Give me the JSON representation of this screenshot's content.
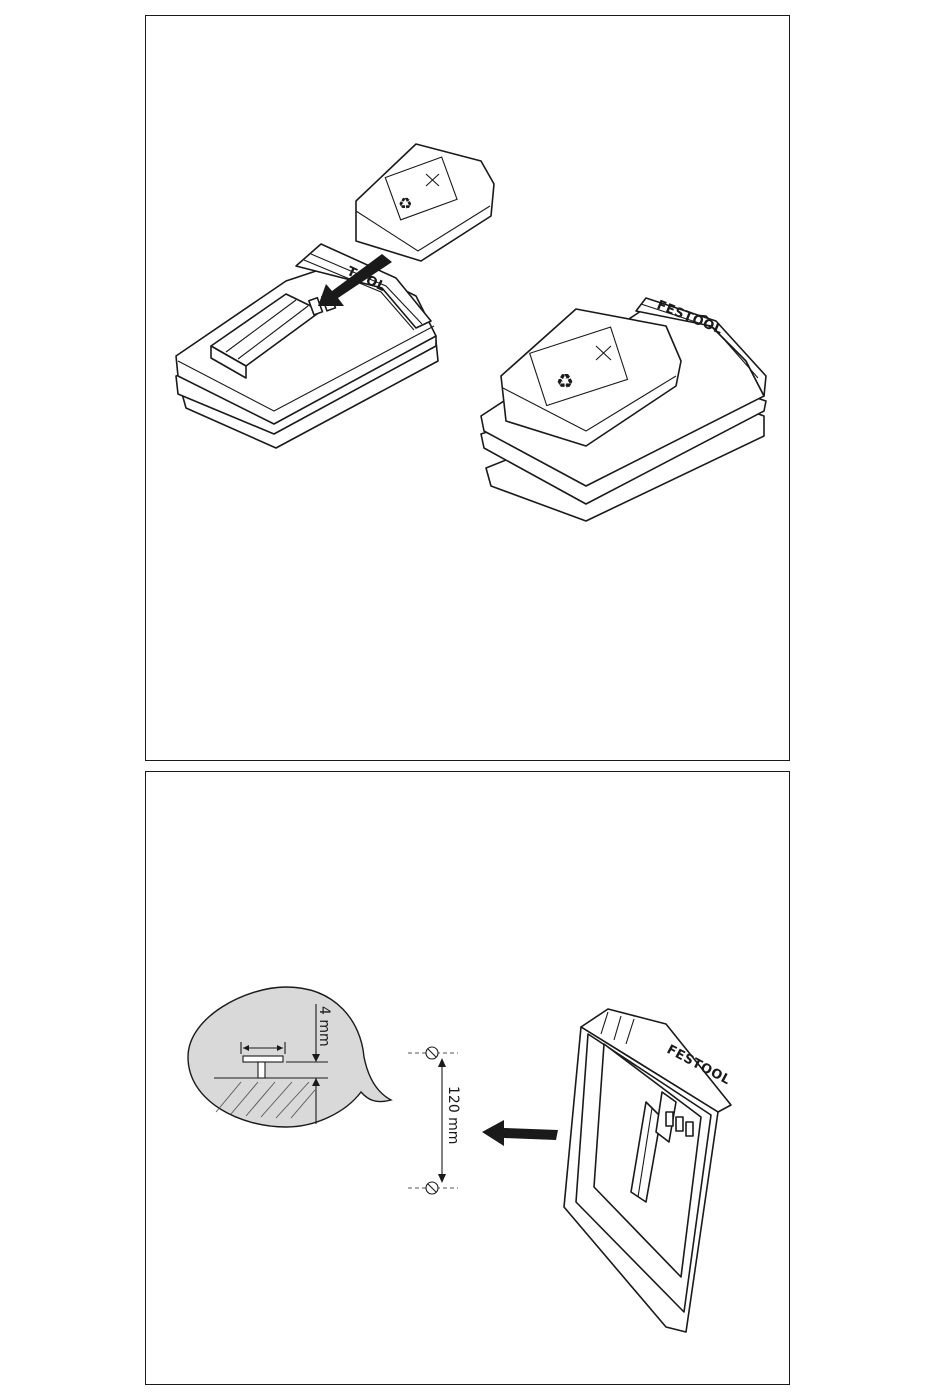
{
  "figure_top": {
    "left_charger_brand": "TOOL",
    "right_charger_brand": "FESTOOL"
  },
  "figure_bottom": {
    "clearance_label": "4 mm",
    "spacing_label": "120 mm",
    "charger_brand": "FESTOOL"
  }
}
